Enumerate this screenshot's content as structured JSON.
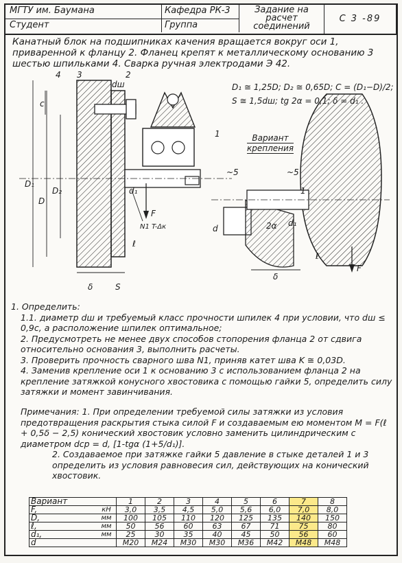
{
  "header": {
    "university": "МГТУ им. Баумана",
    "student_label": "Студент",
    "department": "Кафедра РК-3",
    "group_label": "Группа",
    "task_line1": "Задание на",
    "task_line2": "расчет",
    "task_line3": "соединений",
    "code": "С 3  -89"
  },
  "intro": "Канатный блок на подшипниках качения вращается вокруг оси 1, приваренной к фланцу 2. Фланец крепят к металлическому основанию 3 шестью шпильками 4. Сварка ручная электродами Э 42.",
  "formulas": {
    "line1": "D₁ ≅ 1,25D;  D₂ ≅ 0,65D;  C = (D₁−D)/2;",
    "line2": "S ≅ 1,5dш;   tg 2α = 0,1;   δ = d₁ ."
  },
  "variant_label": {
    "line1": "Вариант",
    "line2": "крепления"
  },
  "drawing_labels": {
    "l4": "4",
    "l3": "3",
    "l2": "2",
    "l1": "1",
    "l1b": "1",
    "dsh": "dш",
    "c": "c",
    "D1": "D₁",
    "D": "D",
    "D2": "D₂",
    "d1": "d₁",
    "F": "F",
    "F2": "F",
    "l": "ℓ",
    "l2s": "ℓ",
    "delta": "δ",
    "delta2": "δ",
    "s": "S",
    "weld": "N1 T-Δк",
    "s5a": "~5",
    "s5b": "~5",
    "alpha": "2α",
    "d": "d",
    "d1b": "d₁"
  },
  "tasks": [
    "1. Определить:",
    "1.1. диаметр dш и требуемый класс прочности шпилек 4 при условии, что dш ≤ 0,9с, а расположение шпилек оптимальное;",
    "2. Предусмотреть не менее двух способов стопорения фланца 2 от сдвига относительно основания 3, выполнить расчеты.",
    "3. Проверить прочность сварного шва N1, приняв катет шва K ≅ 0,03D.",
    "4. Заменив крепление оси 1 к основанию 3 с использованием фланца 2 на крепление затяжкой конусного хвостовика с помощью гайки 5, определить силу затяжки и момент завинчивания."
  ],
  "notes": [
    "Примечания: 1. При определении требуемой силы затяжки из условия предотвращения раскрытия стыка силой F и создаваемым ею моментом M = F(ℓ + 0,5δ − 2,5) конический хвостовик условно заменить цилиндрическим с диаметром dср = d, [1-tgα (1+5/d₁)].",
    "2. Создаваемое при затяжке гайки 5 давление в стыке деталей 1 и 3 определить из условия равновесия сил, действующих на конический хвостовик."
  ],
  "table": {
    "header": {
      "label": "Вариант",
      "values": [
        "1",
        "2",
        "3",
        "4",
        "5",
        "6",
        "7",
        "8"
      ]
    },
    "rows": [
      {
        "label": "F,",
        "unit": "кН",
        "values": [
          "3,0",
          "3,5",
          "4,5",
          "5,0",
          "5,6",
          "6,0",
          "7,0",
          "8,0"
        ]
      },
      {
        "label": "D,",
        "unit": "мм",
        "values": [
          "100",
          "105",
          "110",
          "120",
          "125",
          "135",
          "140",
          "150"
        ]
      },
      {
        "label": "ℓ,",
        "unit": "мм",
        "values": [
          "50",
          "56",
          "60",
          "63",
          "67",
          "71",
          "75",
          "80"
        ]
      },
      {
        "label": "d₁,",
        "unit": "мм",
        "values": [
          "25",
          "30",
          "35",
          "40",
          "45",
          "50",
          "56",
          "60"
        ]
      },
      {
        "label": "d",
        "unit": "",
        "values": [
          "М20",
          "М24",
          "М30",
          "М30",
          "М36",
          "М42",
          "М48",
          "М48"
        ]
      }
    ],
    "highlight_column": 7,
    "highlight_color": "#fce98a"
  }
}
